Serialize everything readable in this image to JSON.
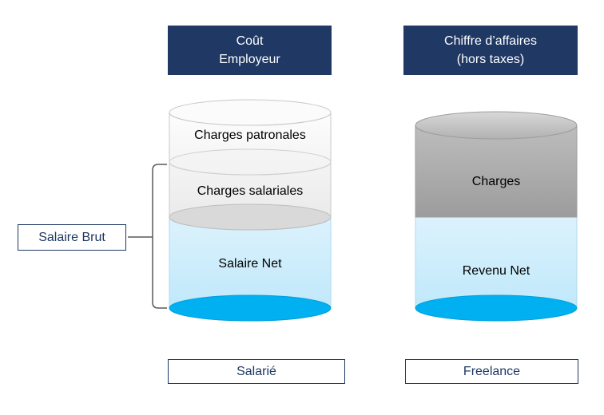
{
  "colors": {
    "navy": "#1F3864",
    "cyan": "#00B0F0",
    "light_blue": "#C9EAFB",
    "gray": "#A6A6A6",
    "light_gray": "#F2F2F2",
    "outline_gray": "#C9C9C9"
  },
  "salarie": {
    "header_line1": "Coût",
    "header_line2": "Employeur",
    "segment_top": "Charges patronales",
    "segment_middle": "Charges salariales",
    "segment_bottom": "Salaire Net",
    "footer": "Salarié"
  },
  "freelance": {
    "header_line1": "Chiffre d’affaires",
    "header_line2": "(hors taxes)",
    "segment_top": "Charges",
    "segment_bottom": "Revenu Net",
    "footer": "Freelance"
  },
  "annotation": {
    "label": "Salaire Brut"
  }
}
